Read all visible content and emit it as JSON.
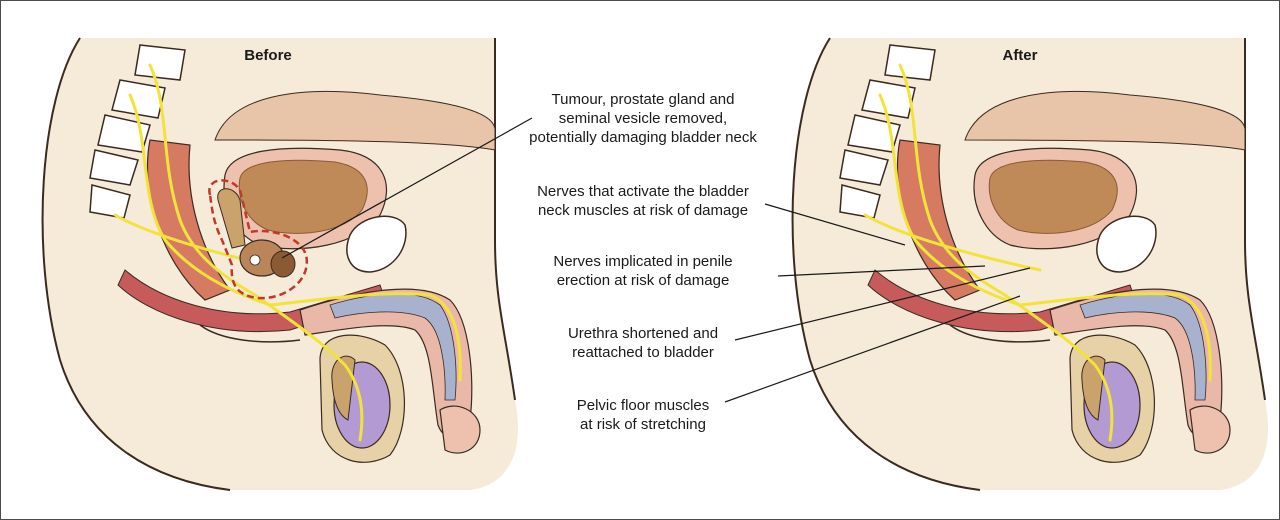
{
  "panels": {
    "before": {
      "title": "Before"
    },
    "after": {
      "title": "After"
    }
  },
  "annotations": [
    {
      "lines": [
        "Tumour, prostate gland and",
        "seminal vesicle removed,",
        "potentially damaging bladder neck"
      ]
    },
    {
      "lines": [
        "Nerves that activate the bladder",
        "neck muscles at risk of damage"
      ]
    },
    {
      "lines": [
        "Nerves implicated in penile",
        "erection at risk of damage"
      ]
    },
    {
      "lines": [
        "Urethra shortened and",
        "reattached to bladder"
      ]
    },
    {
      "lines": [
        "Pelvic floor muscles",
        "at risk of stretching"
      ]
    }
  ],
  "colors": {
    "background_tissue": "#f6ebd9",
    "skin_outline": "#3a2a20",
    "organ_pink": "#e9b8a8",
    "organ_brown": "#b98559",
    "bladder_fill": "#c08a58",
    "muscle_red": "#c75b5b",
    "nerve_yellow": "#f2e33a",
    "testis_purple": "#b49ad3",
    "erectile_blue": "#a8b2cf",
    "cutline_red": "#c0392b"
  }
}
